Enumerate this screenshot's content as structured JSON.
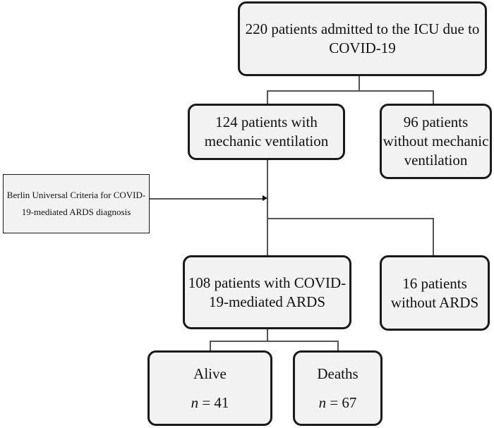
{
  "boxes": {
    "admitted": {
      "line1": "220 patients admitted to the ICU due to",
      "line2": "COVID-19"
    },
    "ventilated": {
      "line1": "124 patients with",
      "line2": "mechanic ventilation"
    },
    "not_ventilated": {
      "line1": "96 patients",
      "line2": "without mechanic",
      "line3": "ventilation"
    },
    "criteria": {
      "line1": "Berlin Universal Criteria for COVID-",
      "line2": "19-mediated ARDS diagnosis"
    },
    "ards": {
      "line1": "108 patients with COVID-",
      "line2": "19-mediated ARDS"
    },
    "no_ards": {
      "line1": "16 patients",
      "line2": "without ARDS"
    },
    "alive": {
      "label": "Alive",
      "n_var": "n",
      "n_value": " = 41"
    },
    "deaths": {
      "label": "Deaths",
      "n_var": "n",
      "n_value": " = 67"
    }
  }
}
